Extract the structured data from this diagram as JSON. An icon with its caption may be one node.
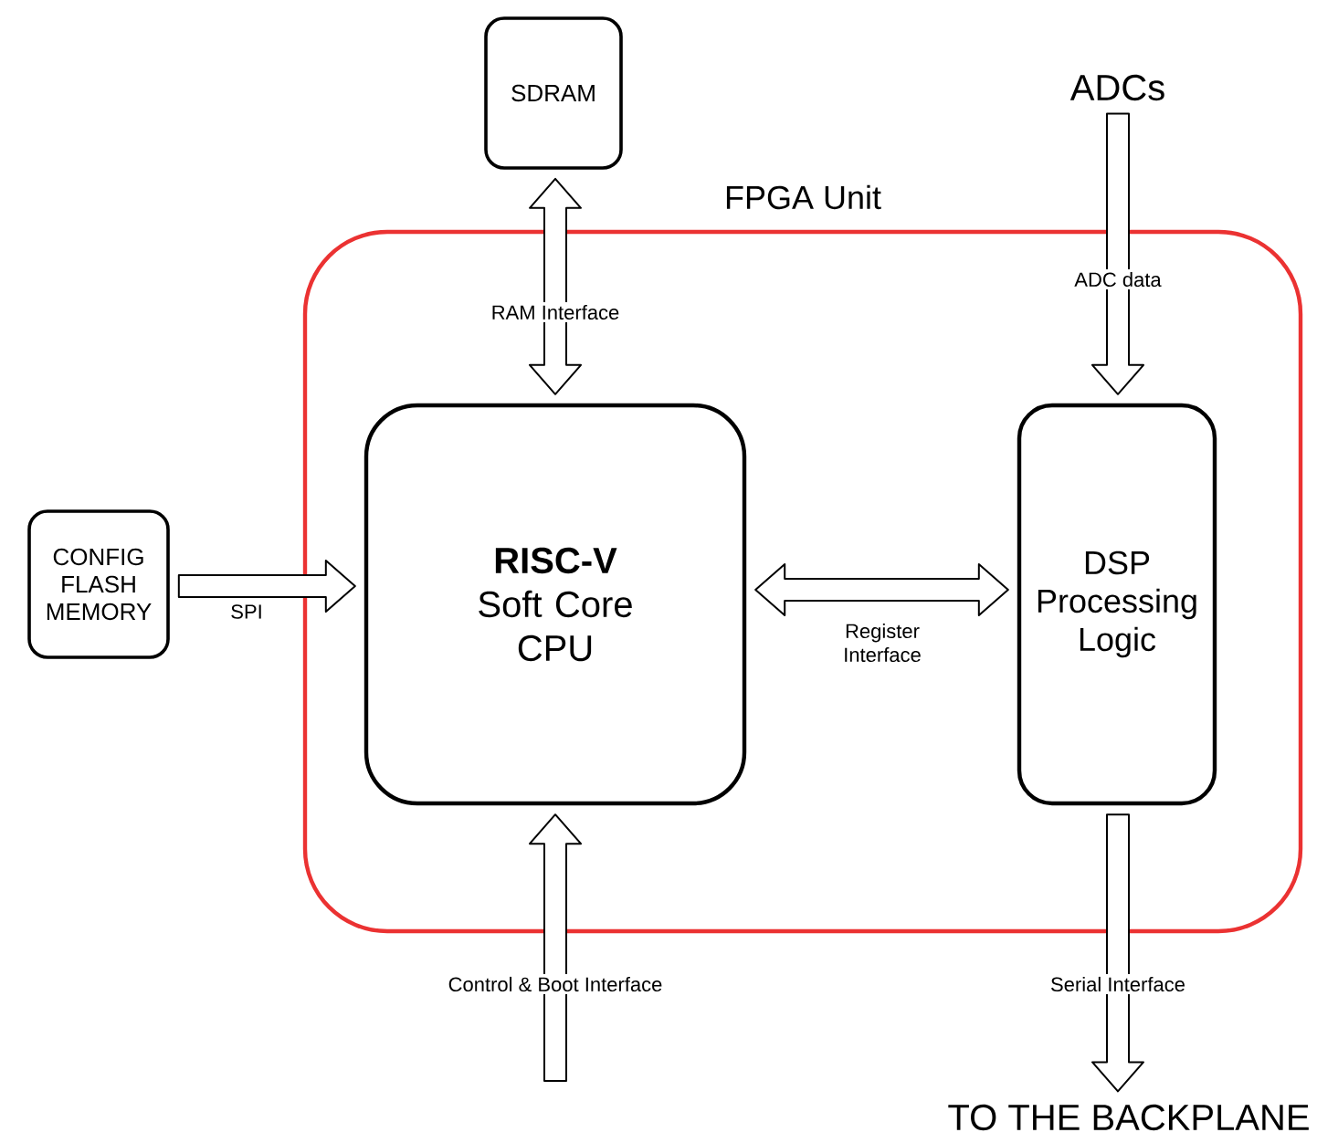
{
  "diagram": {
    "nodes": [
      {
        "text": [
          "FPGA Unit"
        ]
      },
      {
        "text": [
          "**RISC-V** Soft Core CPU"
        ],
        "in": 0
      },
      {
        "text": [
          "DSP Processing Logic"
        ],
        "in": 0
      },
      {
        "text": [
          "SDRAM"
        ]
      },
      {
        "text": [
          "CONFIG FLASH MEMORY"
        ]
      },
      {
        "text": [
          "ADCs"
        ]
      },
      {
        "text": [
          "TO THE BACKPLANE"
        ]
      }
    ],
    "edges": [
      {
        "from": 3,
        "to": 1,
        "arrow": "both",
        "label": "RAM Interface"
      },
      {
        "from": 4,
        "to": 1,
        "arrow": "to",
        "label": "SPI"
      },
      {
        "from": 1,
        "to": 2,
        "arrow": "both",
        "label": "Register Interface"
      },
      {
        "from": 5,
        "to": 2,
        "arrow": "to",
        "label": "ADC data"
      },
      {
        "from": null,
        "to": 1,
        "arrow": "to",
        "label": "Control & Boot Interface"
      },
      {
        "from": 2,
        "to": 6,
        "arrow": "to",
        "label": "Serial Interface"
      }
    ]
  }
}
